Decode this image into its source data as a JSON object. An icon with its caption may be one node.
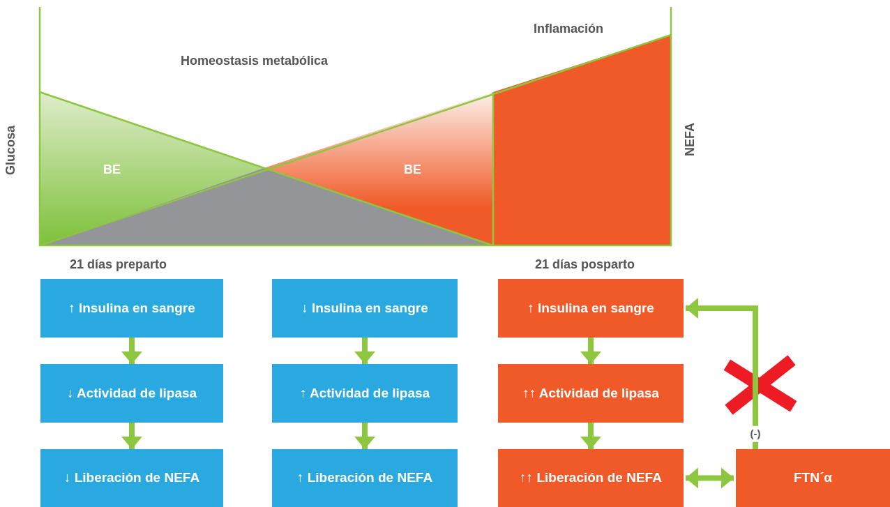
{
  "diagram": {
    "nodes": [
      {
        "text": [
          "↑ Insulina en sangre"
        ]
      },
      {
        "text": [
          "↓ Actividad de lipasa"
        ]
      },
      {
        "text": [
          "↓ Liberación de NEFA"
        ]
      },
      {
        "text": [
          "↓ Insulina en sangre"
        ]
      },
      {
        "text": [
          "↑ Actividad de lipasa"
        ]
      },
      {
        "text": [
          "↑ Liberación de NEFA"
        ]
      },
      {
        "text": [
          "↑ Insulina en sangre"
        ]
      },
      {
        "text": [
          "↑↑ Actividad de lipasa"
        ]
      },
      {
        "text": [
          "↑↑ Liberación de NEFA"
        ]
      },
      {
        "text": [
          "FTN´α"
        ]
      }
    ],
    "edges": [
      {
        "from": 0,
        "to": 1,
        "arrow": "to"
      },
      {
        "from": 1,
        "to": 2,
        "arrow": "to"
      },
      {
        "from": 3,
        "to": 4,
        "arrow": "to"
      },
      {
        "from": 4,
        "to": 5,
        "arrow": "to"
      },
      {
        "from": 6,
        "to": 7,
        "arrow": "to"
      },
      {
        "from": 7,
        "to": 8,
        "arrow": "to"
      },
      {
        "from": 8,
        "to": 9,
        "arrow": "both"
      },
      {
        "from": 9,
        "to": 6,
        "arrow": "to",
        "label": "(-)"
      }
    ],
    "labels": [
      "Inflamación",
      "Homeostasis metabólica",
      "Glucosa",
      "BE",
      "BE",
      "NEFA",
      "21 días preparto",
      "21 días posparto"
    ]
  }
}
